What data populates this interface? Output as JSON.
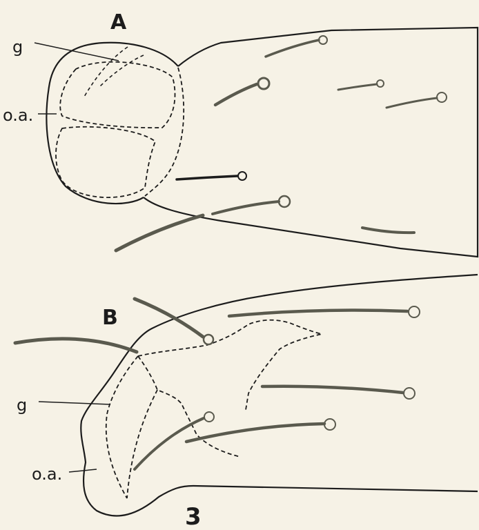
{
  "figure": {
    "number": "3",
    "panels": [
      {
        "id": "A",
        "title": "A",
        "labels": {
          "g": "g",
          "oa": "o.a."
        }
      },
      {
        "id": "B",
        "title": "B",
        "labels": {
          "g": "g",
          "oa": "o.a."
        }
      }
    ]
  },
  "colors": {
    "background": "#f6f2e6",
    "ink": "#1c1c1c",
    "seta": "#5a5a4e"
  }
}
